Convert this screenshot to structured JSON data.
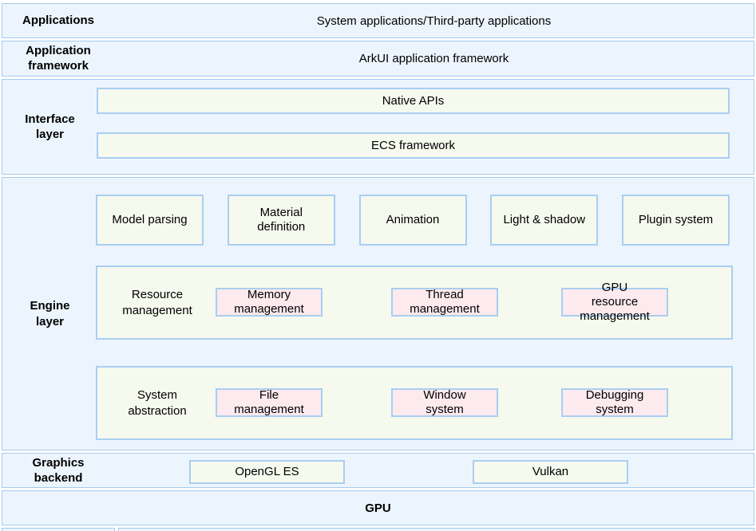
{
  "layers": {
    "applications": {
      "label": "Applications",
      "content": "System applications/Third-party applications"
    },
    "application_framework": {
      "label": "Application framework",
      "content": "ArkUI application framework"
    },
    "interface_layer": {
      "label": "Interface layer",
      "boxes": [
        "Native APIs",
        "ECS framework"
      ]
    },
    "engine_layer": {
      "label": "Engine layer",
      "features": [
        "Model parsing",
        "Material definition",
        "Animation",
        "Light & shadow",
        "Plugin system"
      ],
      "groups": [
        {
          "label": "Resource management",
          "items": [
            "Memory management",
            "Thread management",
            "GPU resource management"
          ]
        },
        {
          "label": "System abstraction",
          "items": [
            "File management",
            "Window system",
            "Debugging system"
          ]
        }
      ]
    },
    "graphics_backend": {
      "label": "Graphics backend",
      "boxes": [
        "OpenGL ES",
        "Vulkan"
      ]
    },
    "gpu": {
      "label": "GPU"
    }
  },
  "colors": {
    "section_fill": "#ecf5fe",
    "section_border": "#a6cbee",
    "box_fill": "#f5f9ee",
    "box_border": "#aacef1",
    "pink_fill": "#fdeaee",
    "text": "#000000"
  }
}
